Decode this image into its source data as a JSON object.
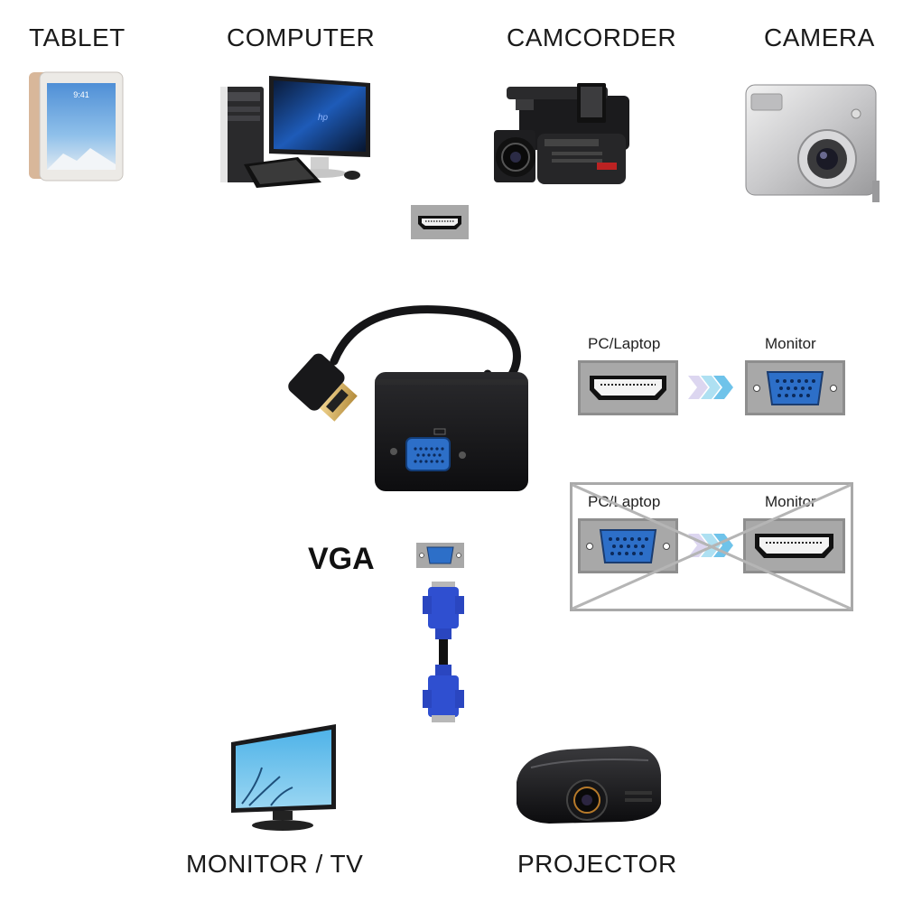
{
  "devices": {
    "tablet": "TABLET",
    "computer": "COMPUTER",
    "camcorder": "CAMCORDER",
    "camera": "CAMERA",
    "monitor_tv": "MONITOR / TV",
    "projector": "PROJECTOR"
  },
  "adapter": {
    "vga_label": "VGA"
  },
  "correct_direction": {
    "source": "PC/Laptop",
    "target": "Monitor"
  },
  "wrong_direction": {
    "source": "PC/Laptop",
    "target": "Monitor"
  },
  "colors": {
    "vga_blue": "#2d6fc8",
    "arrow_blue": "#6fc3ea",
    "panel_gray": "#a8a8a8"
  }
}
